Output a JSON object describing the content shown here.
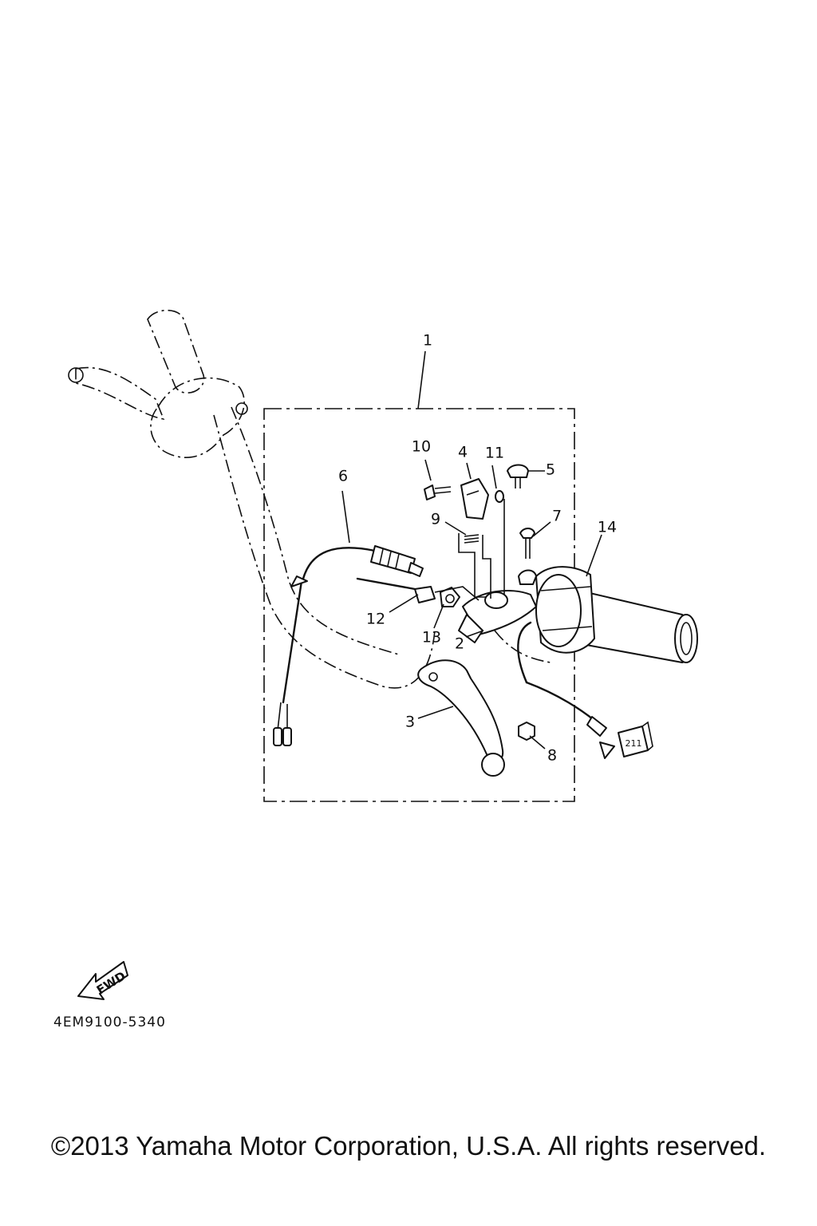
{
  "diagram": {
    "callouts": [
      "1",
      "2",
      "3",
      "4",
      "5",
      "6",
      "7",
      "8",
      "9",
      "10",
      "11",
      "12",
      "13",
      "14"
    ],
    "fwd_label": "FWD",
    "drawing_code": "4EM9100-5340",
    "connector_label": "211"
  },
  "footer": {
    "copyright": "©2013 Yamaha Motor Corporation, U.S.A. All rights reserved."
  }
}
